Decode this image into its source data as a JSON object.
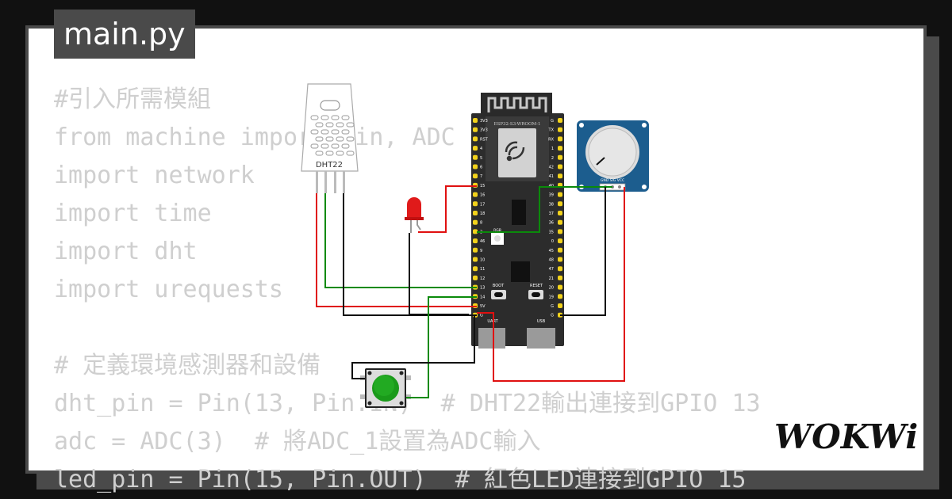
{
  "file_tab": {
    "title": "main.py"
  },
  "code": {
    "lines": [
      "#引入所需模組",
      "from machine import Pin, ADC",
      "import network",
      "import time",
      "import dht",
      "import urequests",
      "",
      "# 定義環境感測器和設備",
      "dht_pin = Pin(13, Pin.IN)  # DHT22輸出連接到GPIO 13",
      "adc = ADC(3)  # 將ADC_1設置為ADC輸入",
      "led_pin = Pin(15, Pin.OUT)  # 紅色LED連接到GPIO 15"
    ]
  },
  "components": {
    "sensor_label": "DHT22",
    "board_label": "ESP32-S3-WROOM-1",
    "boot_label": "BOOT",
    "reset_label": "RESET",
    "uart_label": "UART",
    "usb_label": "USB",
    "rgb_label": "RGB",
    "pot_pins_label": "GND SIG VCC",
    "left_pins": [
      "3V3",
      "3V3",
      "RST",
      "4",
      "5",
      "6",
      "7",
      "15",
      "16",
      "17",
      "18",
      "8",
      "3",
      "46",
      "9",
      "10",
      "11",
      "12",
      "13",
      "14",
      "5V",
      "G"
    ],
    "right_pins": [
      "G",
      "TX",
      "RX",
      "1",
      "2",
      "42",
      "41",
      "40",
      "39",
      "38",
      "37",
      "36",
      "35",
      "0",
      "45",
      "48",
      "47",
      "21",
      "20",
      "19",
      "G",
      "G"
    ]
  },
  "brand": {
    "logo_text": "WOKWi"
  },
  "colors": {
    "background": "#111111",
    "frame": "#4a4a4a",
    "code_text": "#cfcfcf",
    "wire_red": "#e01010",
    "wire_green": "#0a8a0a",
    "wire_black": "#111111",
    "board": "#2c2c2c",
    "pin_gold": "#f2d21b",
    "pot_blue": "#1c5d8e",
    "button_green": "#1a9a1a"
  }
}
